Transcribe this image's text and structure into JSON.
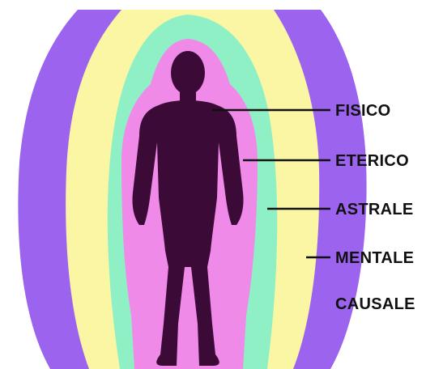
{
  "diagram": {
    "layers": [
      {
        "label": "FISICO",
        "color": "#3b0a36"
      },
      {
        "label": "ETERICO",
        "color": "#f08ae8"
      },
      {
        "label": "ASTRALE",
        "color": "#8ff0c6"
      },
      {
        "label": "MENTALE",
        "color": "#fbf6a3"
      },
      {
        "label": "CAUSALE",
        "color": "#9b63ee"
      }
    ],
    "background_color": "#ffffff"
  }
}
